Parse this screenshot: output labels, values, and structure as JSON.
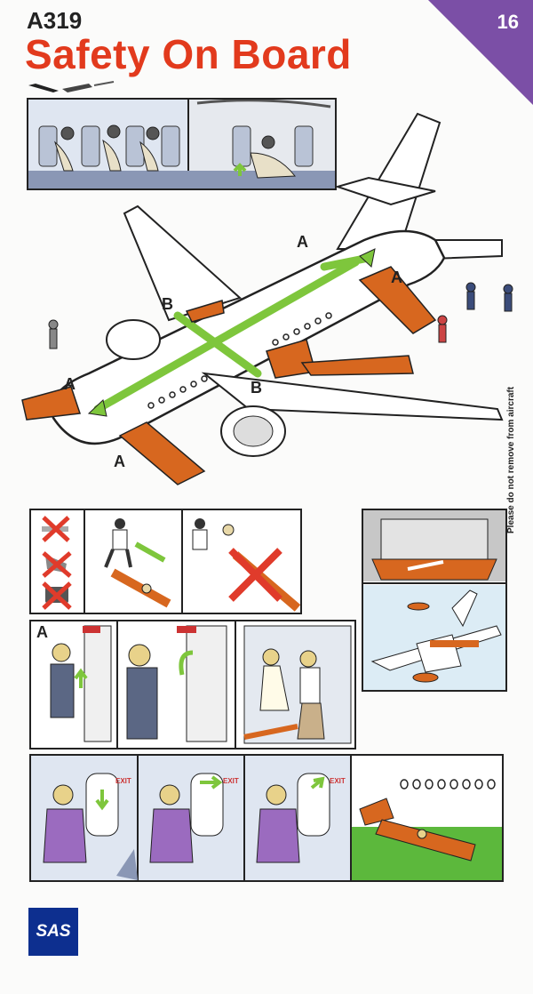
{
  "card": {
    "page_number": "16",
    "aircraft_model": "A319",
    "title": "Safety On Board",
    "disclaimer": "Please do not remove from aircraft",
    "logo_text": "SAS"
  },
  "diagram": {
    "exit_labels": [
      "A",
      "A",
      "A",
      "A",
      "B",
      "B"
    ]
  },
  "door_sequence": {
    "label": "A"
  },
  "overwing_sequence": {
    "exit_sign": "EXIT"
  },
  "colors": {
    "title_red": "#e23a1d",
    "corner_purple": "#7b4fa6",
    "slide_orange": "#d7671f",
    "path_green": "#7ec63c",
    "sas_blue": "#0d2f8f"
  }
}
